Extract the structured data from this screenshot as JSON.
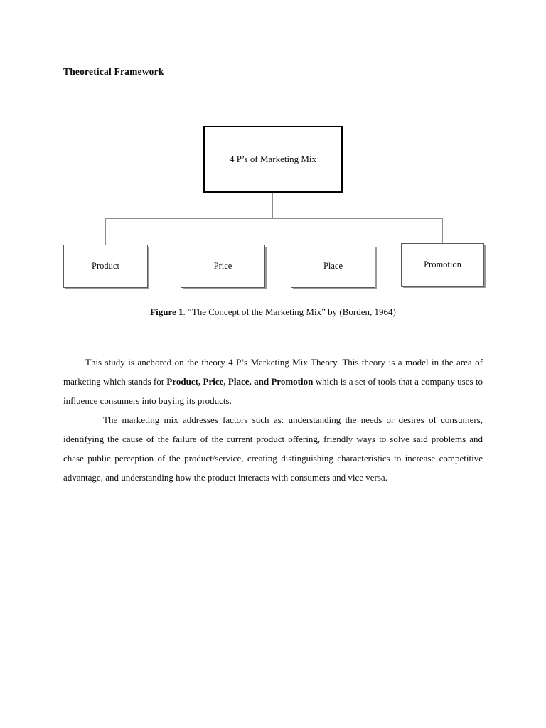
{
  "document": {
    "heading": "Theoretical Framework"
  },
  "figure": {
    "root": {
      "label": "4 P’s of Marketing Mix"
    },
    "children": [
      {
        "label": "Product"
      },
      {
        "label": "Price"
      },
      {
        "label": "Place"
      },
      {
        "label": "Promotion"
      }
    ],
    "caption": {
      "lead": "Figure 1",
      "rest": ". “The Concept of the Marketing Mix” by (Borden, 1964)"
    }
  },
  "paragraphs": {
    "p1": {
      "part1": "This study is anchored on the theory 4 P’s Marketing Mix Theory. This theory is a model in the area of marketing which stands for ",
      "bold_terms": "Product, Price, Place, and Promotion",
      "part2": " which is a set of tools that a company uses to influence consumers into buying its products."
    },
    "p2": {
      "text": "The marketing mix addresses factors such as: understanding the needs or desires of consumers, identifying the cause of the failure of the current product offering, friendly ways to solve said problems and chase public perception of the product/service, creating distinguishing characteristics to increase competitive advantage, and understanding how the product interacts with consumers and vice versa."
    }
  },
  "colors": {
    "page_background": "#ffffff",
    "text": "#0d0d0d",
    "root_border": "#000000",
    "child_border": "#5a5a5a",
    "connector": "#8d8d8d",
    "shadow": "#9a9a9a"
  }
}
